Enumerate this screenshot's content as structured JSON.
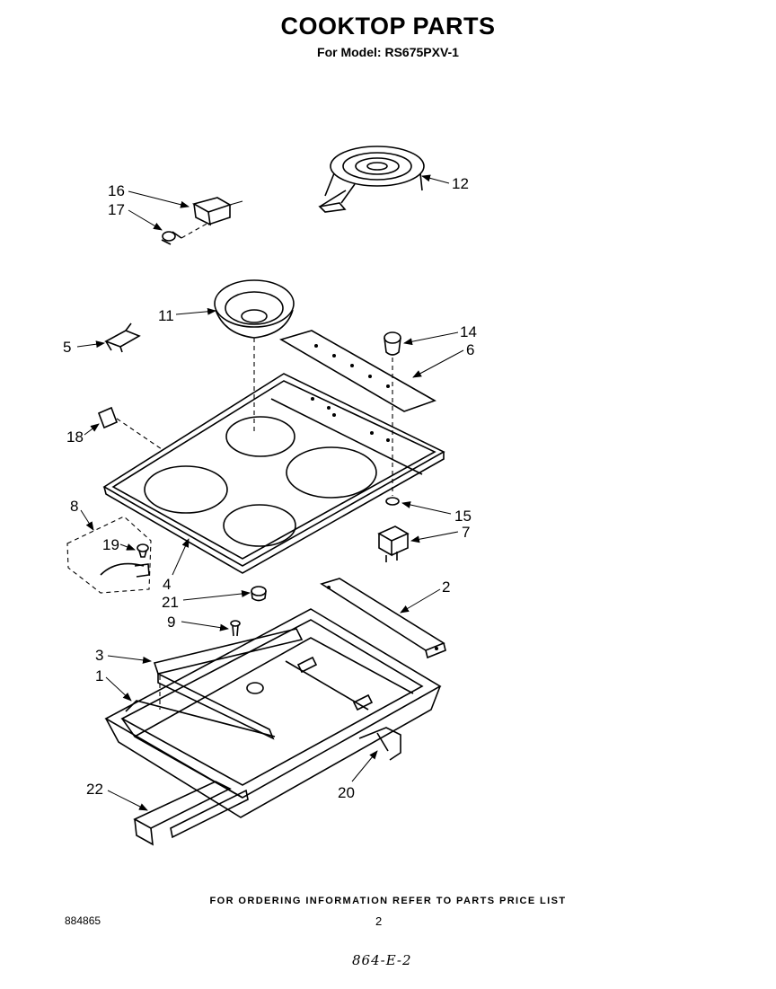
{
  "title": "COOKTOP PARTS",
  "subtitle": "For Model: RS675PXV-1",
  "callouts": {
    "p1": "1",
    "p2": "2",
    "p3": "3",
    "p4": "4",
    "p5": "5",
    "p6": "6",
    "p7": "7",
    "p8": "8",
    "p9": "9",
    "p11": "11",
    "p12": "12",
    "p14": "14",
    "p15": "15",
    "p16": "16",
    "p17": "17",
    "p18": "18",
    "p19": "19",
    "p20": "20",
    "p21": "21",
    "p22": "22"
  },
  "footer": {
    "ordering_note": "FOR ORDERING INFORMATION REFER TO PARTS PRICE LIST",
    "doc_number": "884865",
    "page_number": "2",
    "handwritten": "864-E-2"
  }
}
